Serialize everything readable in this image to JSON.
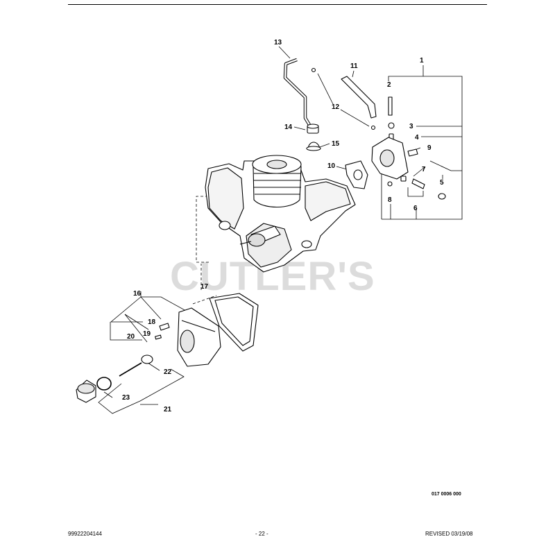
{
  "watermark": "CUTLER'S",
  "callouts": [
    "1",
    "2",
    "3",
    "4",
    "5",
    "6",
    "7",
    "8",
    "9",
    "10",
    "11",
    "12",
    "13",
    "14",
    "15",
    "16",
    "17",
    "18",
    "19",
    "20",
    "21",
    "22",
    "23"
  ],
  "figure_code": "017 0006 000",
  "footer": {
    "part_number": "99922204144",
    "page": "- 22 -",
    "revision": "REVISED 03/19/08"
  }
}
